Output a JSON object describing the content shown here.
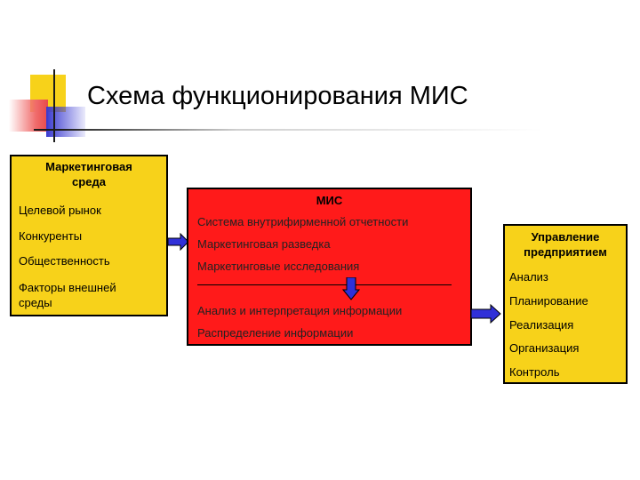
{
  "title": "Схема функционирования МИС",
  "environment": {
    "title": "Маркетинговая среда",
    "items": [
      "Целевой рынок",
      "Конкуренты",
      "Общественность",
      "Факторы внешней\nсреды"
    ]
  },
  "mis": {
    "title": "МИС",
    "items_top": [
      "Система внутрифирменной отчетности",
      "Маркетинговая разведка",
      "Маркетинговые исследования"
    ],
    "items_bottom": [
      "Анализ и интерпретация информации",
      "Распределение информации"
    ]
  },
  "management": {
    "title": "Управление предприятием",
    "items": [
      "Анализ",
      "Планирование",
      "Реализация",
      "Организация",
      "Контроль"
    ]
  },
  "colors": {
    "yellow": "#f7d21a",
    "red": "#ff1a1a",
    "arrow_blue": "#3030d8"
  }
}
